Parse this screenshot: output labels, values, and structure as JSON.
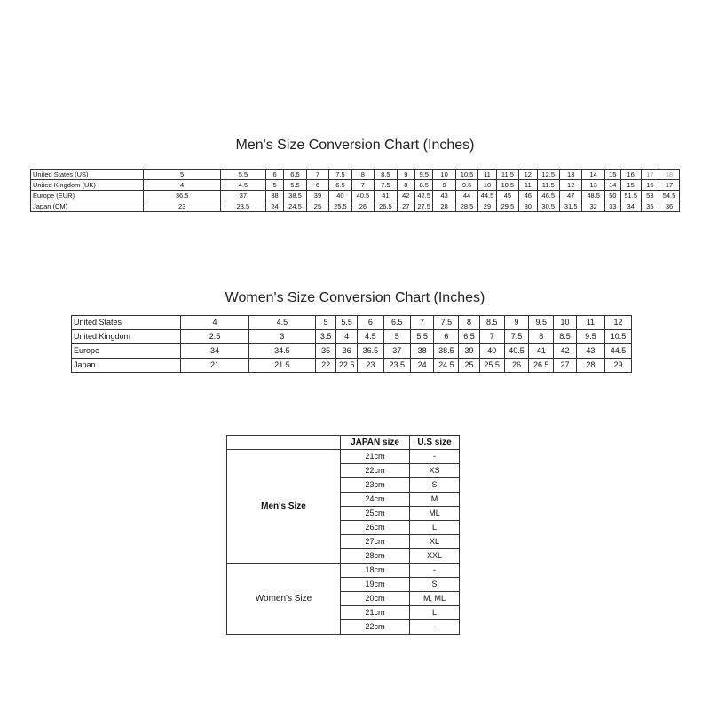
{
  "men": {
    "title": "Men's Size Conversion Chart (Inches)",
    "rows": [
      {
        "label": "United States (US)",
        "values": [
          "5",
          "5.5",
          "6",
          "6.5",
          "7",
          "7.5",
          "8",
          "8.5",
          "9",
          "9.5",
          "10",
          "10.5",
          "11",
          "11.5",
          "12",
          "12.5",
          "13",
          "14",
          "15",
          "16",
          "17",
          "18"
        ]
      },
      {
        "label": "United Kingdom (UK)",
        "values": [
          "4",
          "4.5",
          "5",
          "5.5",
          "6",
          "6.5",
          "7",
          "7.5",
          "8",
          "8.5",
          "9",
          "9.5",
          "10",
          "10.5",
          "11",
          "11.5",
          "12",
          "13",
          "14",
          "15",
          "16",
          "17"
        ]
      },
      {
        "label": "Europe (EUR)",
        "values": [
          "36.5",
          "37",
          "38",
          "38.5",
          "39",
          "40",
          "40.5",
          "41",
          "42",
          "42.5",
          "43",
          "44",
          "44.5",
          "45",
          "46",
          "46.5",
          "47",
          "48.5",
          "50",
          "51.5",
          "53",
          "54.5"
        ]
      },
      {
        "label": "Japan (CM)",
        "values": [
          "23",
          "23.5",
          "24",
          "24.5",
          "25",
          "25.5",
          "26",
          "26.5",
          "27",
          "27.5",
          "28",
          "28.5",
          "29",
          "29.5",
          "30",
          "30.5",
          "31.5",
          "32",
          "33",
          "34",
          "35",
          "36"
        ]
      }
    ]
  },
  "women": {
    "title": "Women's Size Conversion Chart (Inches)",
    "rows": [
      {
        "label": "United States",
        "values": [
          "4",
          "4.5",
          "5",
          "5.5",
          "6",
          "6.5",
          "7",
          "7.5",
          "8",
          "8.5",
          "9",
          "9.5",
          "10",
          "11",
          "12"
        ]
      },
      {
        "label": "United Kingdom",
        "values": [
          "2.5",
          "3",
          "3.5",
          "4",
          "4.5",
          "5",
          "5.5",
          "6",
          "6.5",
          "7",
          "7.5",
          "8",
          "8.5",
          "9.5",
          "10.5"
        ]
      },
      {
        "label": "Europe",
        "values": [
          "34",
          "34.5",
          "35",
          "36",
          "36.5",
          "37",
          "38",
          "38.5",
          "39",
          "40",
          "40.5",
          "41",
          "42",
          "43",
          "44.5"
        ]
      },
      {
        "label": "Japan",
        "values": [
          "21",
          "21.5",
          "22",
          "22.5",
          "23",
          "23.5",
          "24",
          "24.5",
          "25",
          "25.5",
          "26",
          "26.5",
          "27",
          "28",
          "29"
        ]
      }
    ]
  },
  "japan_table": {
    "headers": [
      "JAPAN size",
      "U.S size"
    ],
    "groups": [
      {
        "label": "Men's Size",
        "rows": [
          {
            "jp": "21cm",
            "us": "-"
          },
          {
            "jp": "22cm",
            "us": "XS"
          },
          {
            "jp": "23cm",
            "us": "S"
          },
          {
            "jp": "24cm",
            "us": "M"
          },
          {
            "jp": "25cm",
            "us": "ML"
          },
          {
            "jp": "26cm",
            "us": "L"
          },
          {
            "jp": "27cm",
            "us": "XL"
          },
          {
            "jp": "28cm",
            "us": "XXL"
          }
        ]
      },
      {
        "label": "Women's Size",
        "rows": [
          {
            "jp": "18cm",
            "us": "-"
          },
          {
            "jp": "19cm",
            "us": "S"
          },
          {
            "jp": "20cm",
            "us": "M, ML"
          },
          {
            "jp": "21cm",
            "us": "L"
          },
          {
            "jp": "22cm",
            "us": "-"
          }
        ]
      }
    ]
  }
}
